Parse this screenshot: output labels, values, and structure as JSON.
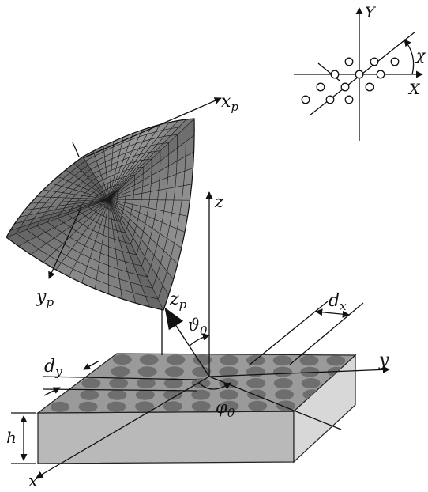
{
  "inset": {
    "y_label": "Y",
    "x_label": "X",
    "angle_label": "χ"
  },
  "axes": {
    "z_label": "z",
    "y_label": "y",
    "x_label": "x",
    "xp_main": "x",
    "xp_sub": "p",
    "yp_main": "y",
    "yp_sub": "p",
    "zp_main": "z",
    "zp_sub": "p"
  },
  "angles": {
    "theta_main": "ϑ",
    "theta_sub": "0",
    "phi_main": "φ",
    "phi_sub": "0"
  },
  "dimensions": {
    "dx_main": "d",
    "dx_sub": "x",
    "dy_main": "d",
    "dy_sub": "y",
    "h": "h"
  },
  "colors": {
    "slab_top": "#9a9a9a",
    "slab_front": "#b9b9b9",
    "slab_side": "#d8d8d8",
    "holes": "#6e6e6e",
    "surface": "#5a5a5a"
  }
}
